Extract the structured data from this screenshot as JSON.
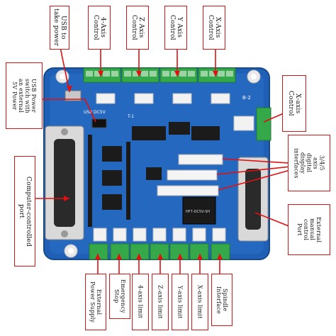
{
  "labels": {
    "usb_power": "USB to\ntake power",
    "four_axis_control": "4-Axis\nControl",
    "z_axis_control": "Z Axis\nControl",
    "y_axis_control": "Y Axis\nControl",
    "x_axis_control": "X-Axis\nControl",
    "usb_power_switch": "USB Power\nswitch with\nan external\n5V Power",
    "x_axis_control_right": "X-axis\nControl",
    "digital_display": "3/4/5\naxis\ndigital\ndisplay\ninterfaces",
    "computer_port": "Computer-controlled\nport",
    "external_manual_port": "External\nmanual\ncontrol\nPort",
    "external_power_supply": "External\nPower Supply",
    "emergency_stop": "Emergency\nStop",
    "limit_4_axis": "4-axis limit",
    "limit_z_axis": "Z-axis limit",
    "limit_y_axis": "Y-axis limit",
    "limit_x_axis": "X-axis limit",
    "spindle_interface": "Spindle\nInterface"
  },
  "board": {
    "silk_b2": "B-2",
    "silk_usb": "USB",
    "silk_dc5v": "DC5V",
    "silk_t1": "T-1",
    "relay_text": "HF7-DC5V-SH"
  }
}
